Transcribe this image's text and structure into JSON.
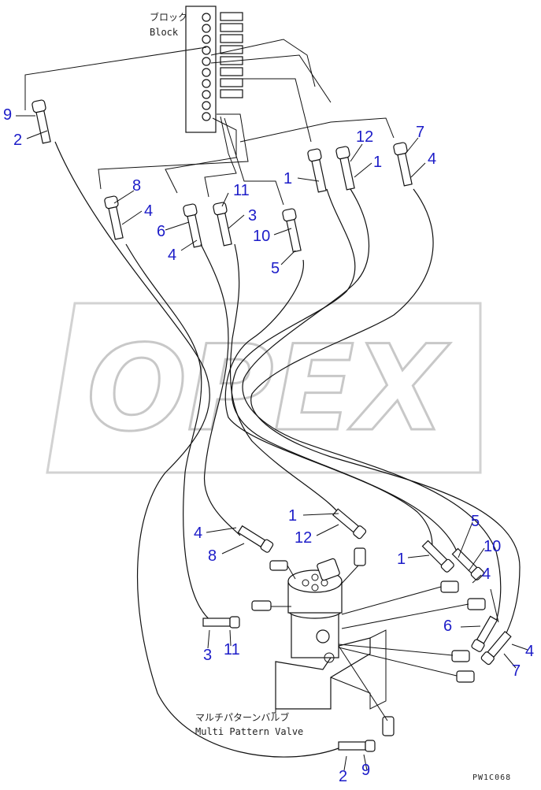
{
  "block_label_jp": "ブロック",
  "block_label_en": "Block",
  "valve_label_jp": "マルチパターンバルブ",
  "valve_label_en": "Multi Pattern Valve",
  "drawing_code": "PW1C068",
  "watermark": "OPEX",
  "callouts": {
    "c9a": "9",
    "c2a": "2",
    "c8": "8",
    "c4a": "4",
    "c6a": "6",
    "c4b": "4",
    "c11a": "11",
    "c3a": "3",
    "c10a": "10",
    "c5a": "5",
    "c1a": "1",
    "c12a": "12",
    "c1b": "1",
    "c7a": "7",
    "c4c": "4",
    "c1c": "1",
    "c12b": "12",
    "c4d": "4",
    "c8b": "8",
    "c5b": "5",
    "c10b": "10",
    "c1d": "1",
    "c4e": "4",
    "c6b": "6",
    "c4f": "4",
    "c7b": "7",
    "c3b": "3",
    "c11b": "11",
    "c2b": "2",
    "c9b": "9"
  }
}
